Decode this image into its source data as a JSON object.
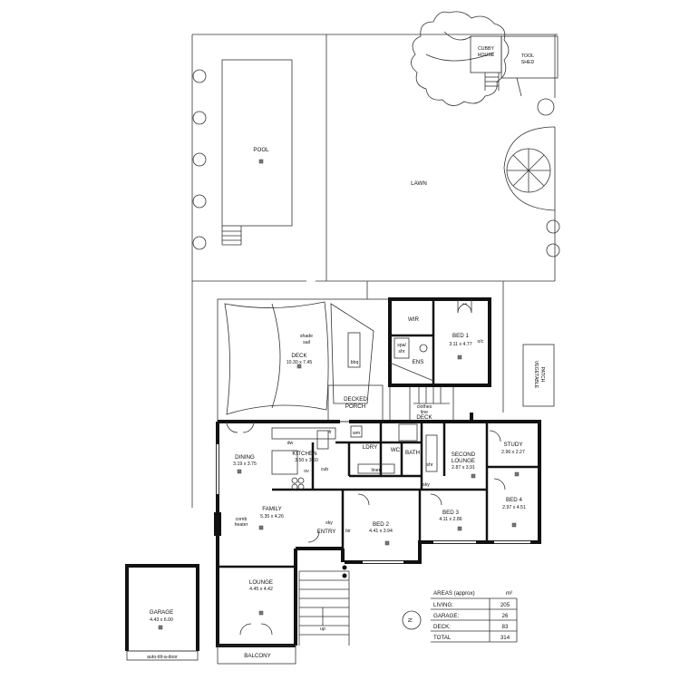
{
  "rooms": {
    "cubby": "CUBBY",
    "cubby2": "HOUSE",
    "tool": "TOOL",
    "tool2": "SHED",
    "pool": "POOL",
    "lawn": "LAWN",
    "veg": "VEGETABLE",
    "veg2": "PATCH",
    "shade": "shade",
    "shade2": "sail",
    "deck": "DECK",
    "deck_dim": "10.30 x 7.45",
    "bbq": "bbq",
    "wir": "WIR",
    "bed1": "BED 1",
    "bed1_dim": "3.11 x 4.77",
    "bed1_oc": "o/c",
    "spa": "spa/",
    "spa2": "shr",
    "ens": "ENS",
    "decked_porch": "DECKED",
    "decked_porch2": "PORCH",
    "clothes": "clothes",
    "clothes2": "line",
    "clothes_deck": "DECK",
    "dw": "dw",
    "fr": "fr",
    "wm": "wm",
    "dining": "DINING",
    "dining_dim": "3.19 x 3.75",
    "kitchen": "KITCHEN",
    "kitchen_dim": "3.50 x 3.60",
    "ov": "ov",
    "cub": "cub",
    "ldry": "LDRY",
    "wc": "WC",
    "bath": "BATH",
    "shr": "shr",
    "linen": "linen",
    "second_lounge": "SECOND",
    "second_lounge2": "LOUNGE",
    "second_lounge_dim": "2.87 x 3.91",
    "study": "STUDY",
    "study_dim": "2.96 x 2.27",
    "sky": "sky",
    "family": "FAMILY",
    "family_dim": "5.35 x 4.26",
    "comb": "comb",
    "comb2": "heater",
    "sky2": "sky",
    "entry": "ENTRY",
    "bir": "bir",
    "bed2": "BED 2",
    "bed2_dim": "4.41 x 3.94",
    "bed3": "BED 3",
    "bed3_dim": "4.11 x 2.86",
    "bed4": "BED 4",
    "bed4_dim": "2.97 x 4.51",
    "lounge": "LOUNGE",
    "lounge_dim": "4.45 x 4.42",
    "up": "up",
    "balcony": "BALCONY",
    "garage": "GARAGE",
    "garage_dim": "4.43 x 6.00",
    "garage_door": "auto-tilt-a-door"
  },
  "areas": {
    "title": "AREAS (approx)",
    "unit": "m²",
    "rows": [
      {
        "label": "LIVING:",
        "value": "205"
      },
      {
        "label": "GARAGE:",
        "value": "26"
      },
      {
        "label": "DECK:",
        "value": "83"
      },
      {
        "label": "TOTAL",
        "value": "314"
      }
    ]
  },
  "north": "N"
}
